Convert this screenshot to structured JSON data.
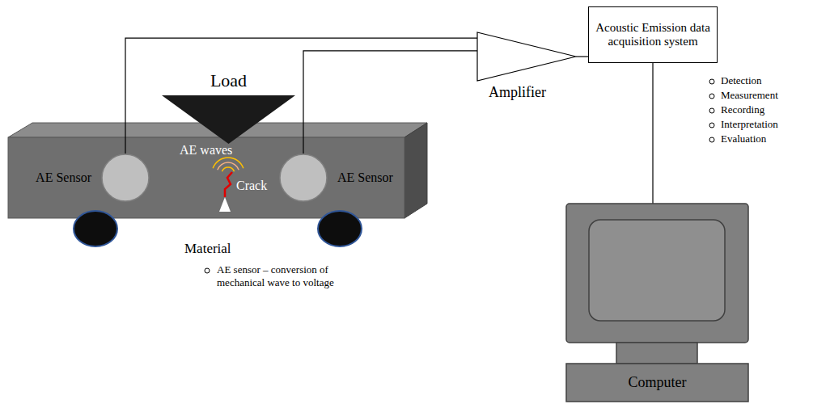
{
  "diagram": {
    "nodes": [
      {
        "text": [
          "Load"
        ]
      },
      {
        "text": [
          "AE Sensor"
        ]
      },
      {
        "text": [
          "AE Sensor"
        ]
      },
      {
        "text": [
          "Amplifier"
        ]
      },
      {
        "text": [
          "Acoustic Emission data acquisition system"
        ]
      },
      {
        "text": [
          "Computer"
        ]
      }
    ],
    "edges": [
      {
        "from": 1,
        "to": 3,
        "arrow": "none"
      },
      {
        "from": 2,
        "to": 3,
        "arrow": "none"
      },
      {
        "from": 3,
        "to": 4,
        "arrow": "none"
      },
      {
        "from": 4,
        "to": 5,
        "arrow": "none"
      }
    ],
    "labels": [
      "AE waves",
      "Crack",
      "Material",
      "AE sensor – conversion of mechanical wave to voltage",
      "Detection",
      "Measurement",
      "Recording",
      "Interpretation",
      "Evaluation"
    ]
  }
}
